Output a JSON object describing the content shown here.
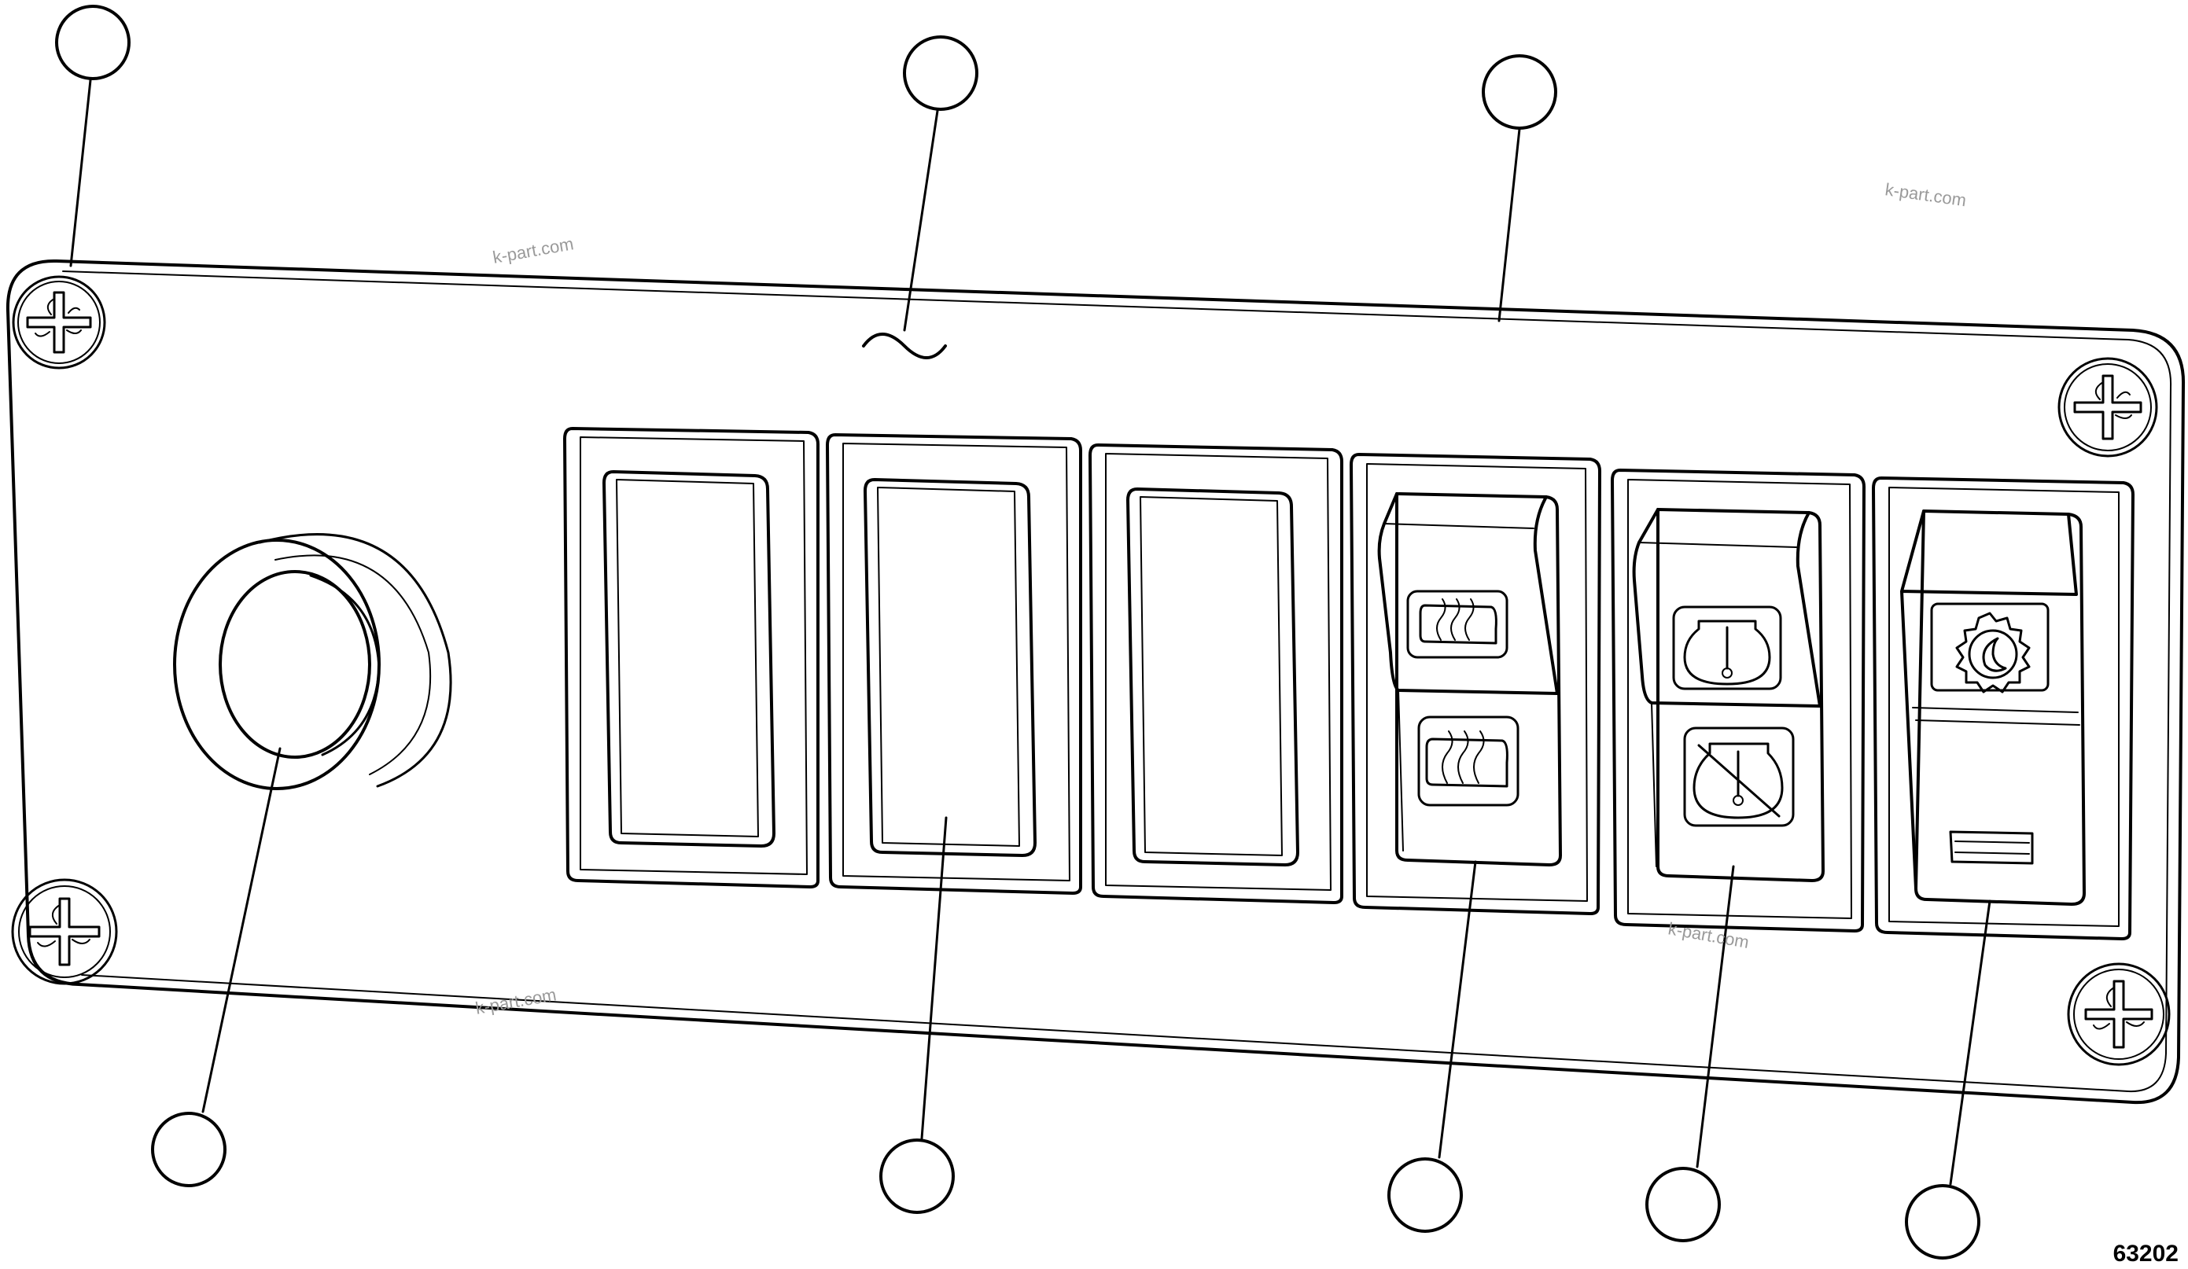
{
  "figure": {
    "figure_number": "63202",
    "watermarks": [
      "k-part.com",
      "k-part.com",
      "k-part.com",
      "k-part.com"
    ]
  },
  "panel": {
    "screws": [
      "phillips-screw",
      "phillips-screw",
      "phillips-screw",
      "phillips-screw"
    ],
    "blank_switch_slots": 3,
    "rocker_switches": [
      {
        "upper_icon": "rear-defrost-icon",
        "lower_icon": "rear-defrost-icon"
      },
      {
        "upper_icon": "coolant-temperature-icon",
        "lower_icon": "coolant-temperature-off-icon"
      },
      {
        "upper_icon": "day-night-gear-icon",
        "lower_icon": "indicator-slot-icon"
      }
    ],
    "has_round_receptacle": true,
    "has_break_symbol": true
  },
  "callouts": [
    {
      "label": ""
    },
    {
      "label": ""
    },
    {
      "label": ""
    },
    {
      "label": ""
    },
    {
      "label": ""
    },
    {
      "label": ""
    },
    {
      "label": ""
    },
    {
      "label": ""
    },
    {
      "label": ""
    }
  ]
}
